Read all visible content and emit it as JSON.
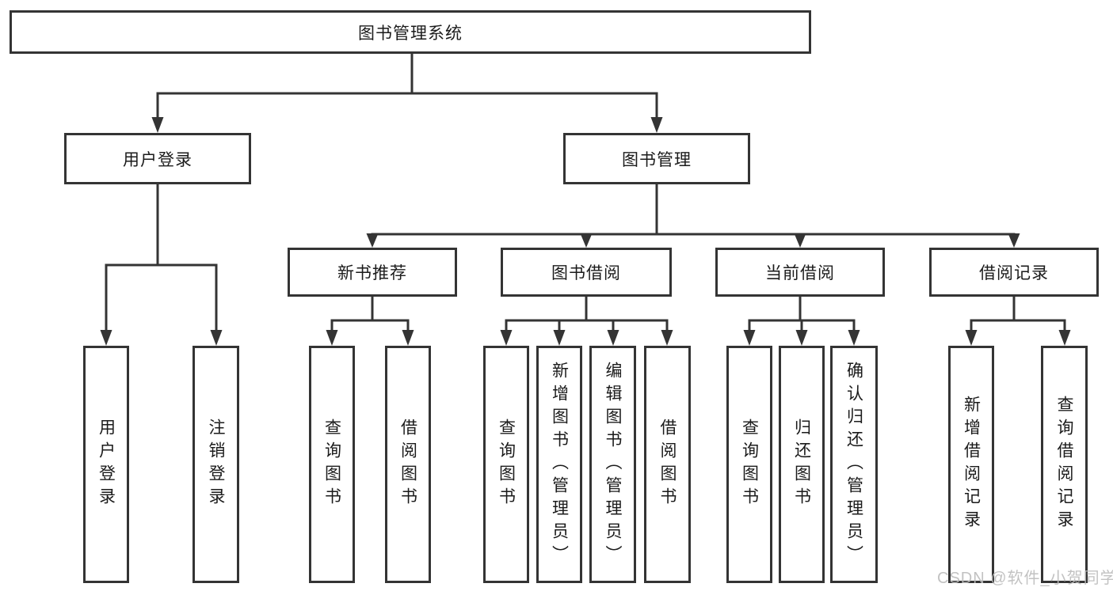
{
  "diagram": {
    "title": "图书管理系统",
    "watermark": "CSDN @软件_小贺同学",
    "colors": {
      "line": "#343434",
      "box_border": "#343434",
      "text": "#1b1b1b",
      "watermark": "#bcbcbc",
      "background": "#ffffff"
    },
    "nodes": {
      "root": {
        "label": "图书管理系统"
      },
      "user_login": {
        "label": "用户登录",
        "children": [
          "用户登录",
          "注销登录"
        ]
      },
      "book_mgmt": {
        "label": "图书管理"
      },
      "new_books": {
        "label": "新书推荐",
        "children": [
          "查询图书",
          "借阅图书"
        ]
      },
      "borrowing": {
        "label": "图书借阅",
        "children": [
          "查询图书",
          "新增图书（管理员）",
          "编辑图书（管理员）",
          "借阅图书"
        ]
      },
      "current": {
        "label": "当前借阅",
        "children": [
          "查询图书",
          "归还图书",
          "确认归还（管理员）"
        ]
      },
      "records": {
        "label": "借阅记录",
        "children": [
          "新增借阅记录",
          "查询借阅记录"
        ]
      }
    }
  }
}
